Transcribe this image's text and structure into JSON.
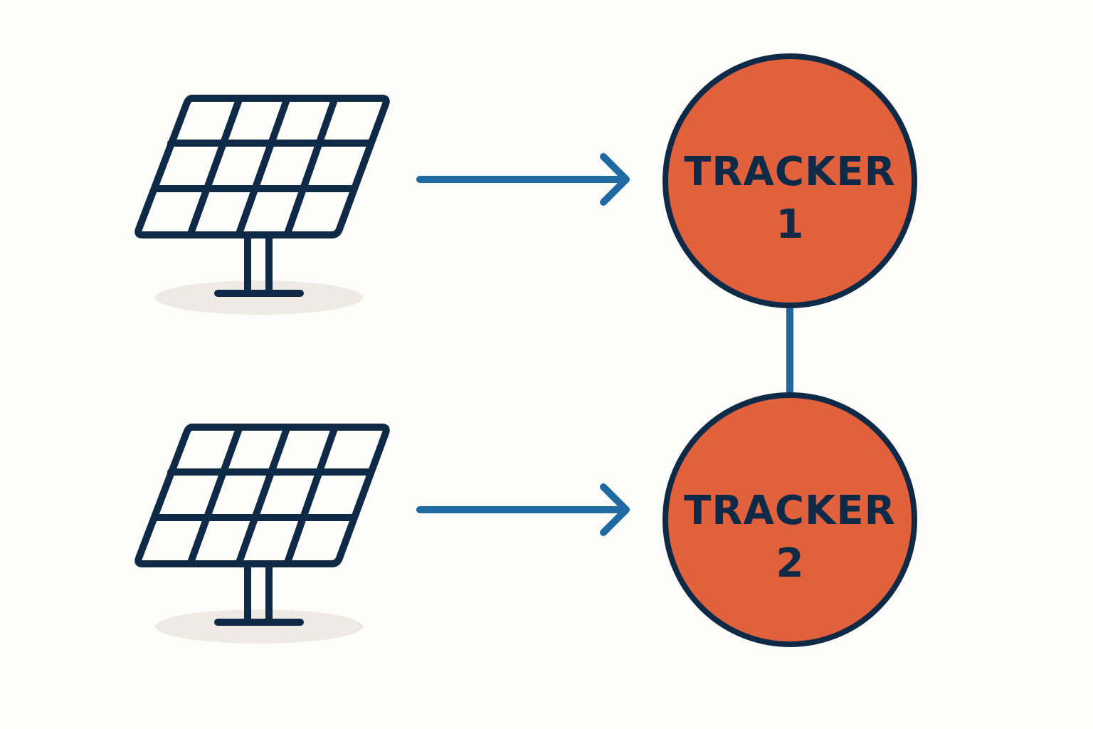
{
  "colors": {
    "background": "#fdfdfc",
    "outline": "#0f2a47",
    "arrow": "#1f6aa3",
    "tracker_fill": "#e0613b",
    "shadow": "#efebe4"
  },
  "icons": [
    "solar-panel-icon",
    "solar-panel-icon"
  ],
  "trackers": [
    {
      "label": "TRACKER",
      "number": "1"
    },
    {
      "label": "TRACKER",
      "number": "2"
    }
  ]
}
